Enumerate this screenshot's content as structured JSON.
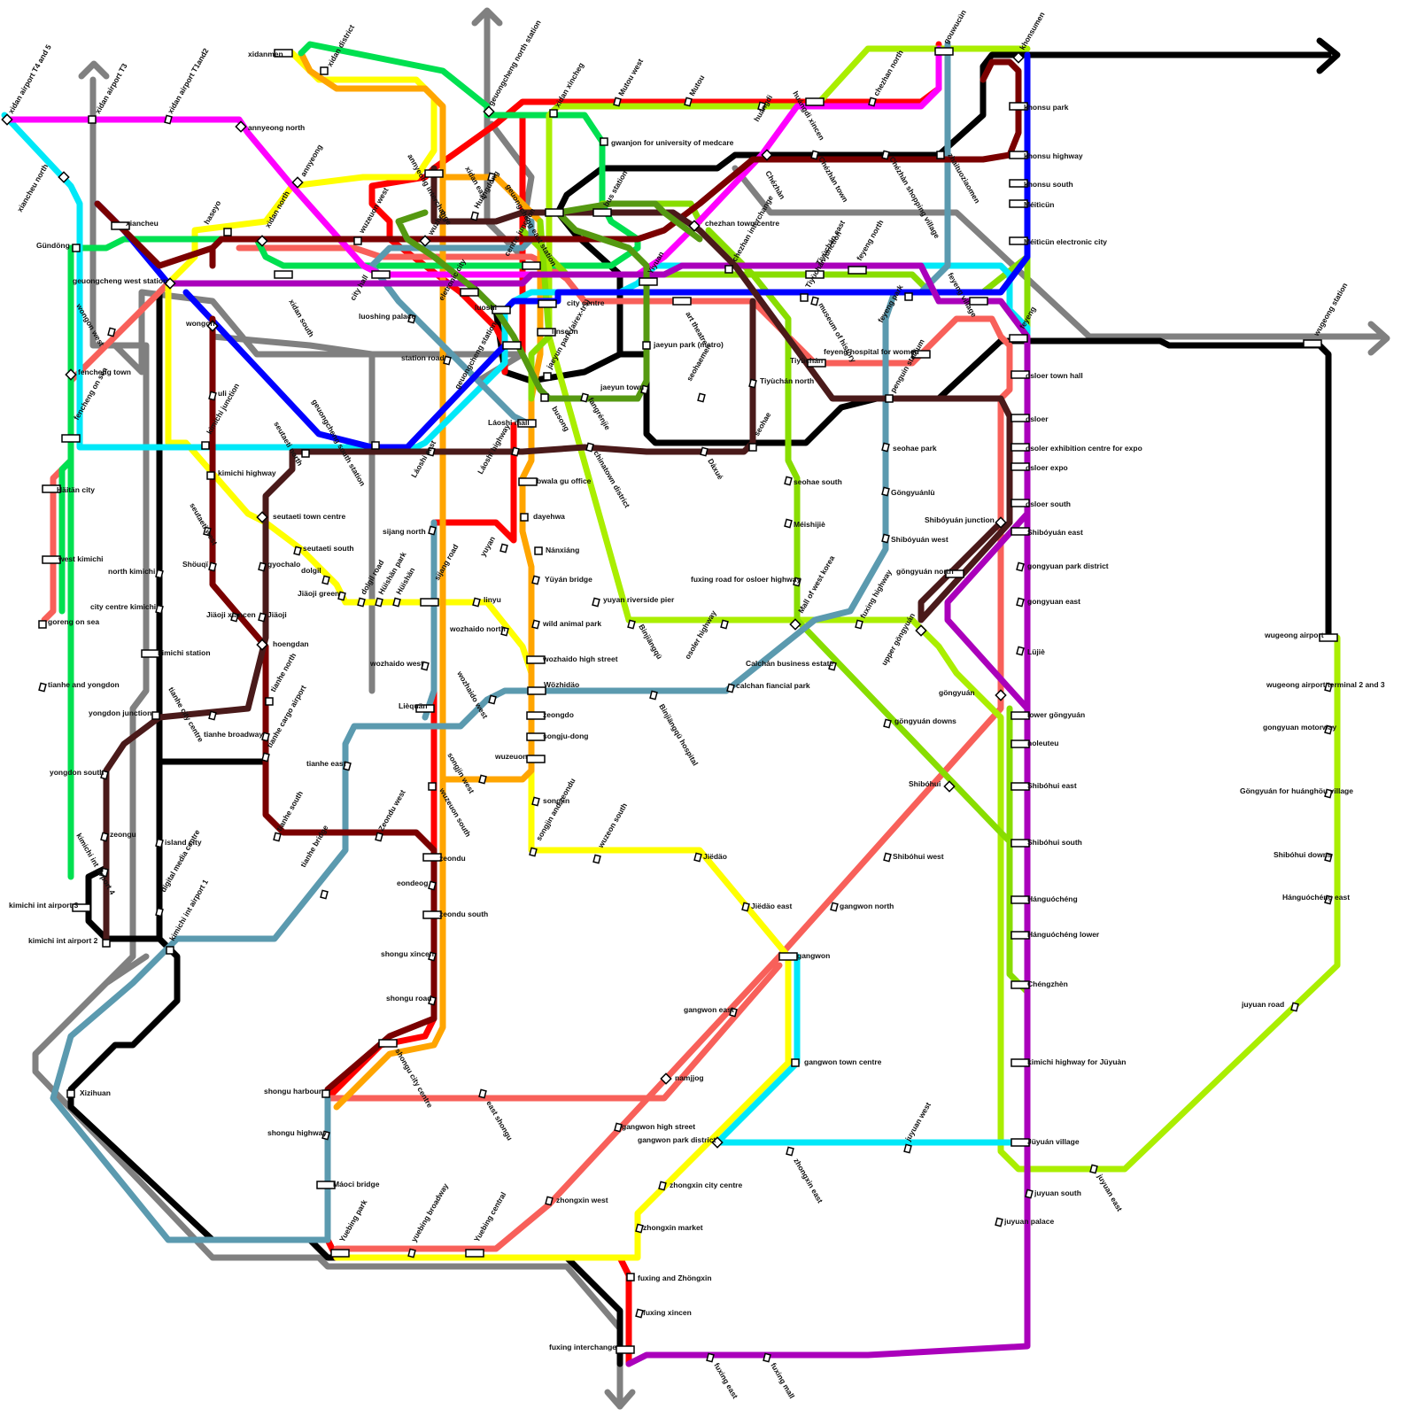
{
  "map": {
    "lines": [
      {
        "id": "grey",
        "color": "#808080"
      },
      {
        "id": "black",
        "color": "#000000"
      },
      {
        "id": "red",
        "color": "#ff0000"
      },
      {
        "id": "salmon",
        "color": "#f8605a"
      },
      {
        "id": "yellow",
        "color": "#ffff00"
      },
      {
        "id": "orange",
        "color": "#ffa500"
      },
      {
        "id": "green",
        "color": "#00e050"
      },
      {
        "id": "lime",
        "color": "#aaee00"
      },
      {
        "id": "limegreen",
        "color": "#88dd00"
      },
      {
        "id": "cyan",
        "color": "#00e8f8"
      },
      {
        "id": "steel",
        "color": "#5b9aaf"
      },
      {
        "id": "blue",
        "color": "#0000ff"
      },
      {
        "id": "magenta",
        "color": "#ff00ff"
      },
      {
        "id": "purple",
        "color": "#aa00bb"
      },
      {
        "id": "darkred",
        "color": "#7a0000"
      },
      {
        "id": "maroon",
        "color": "#4a1a1a"
      },
      {
        "id": "olive",
        "color": "#559911"
      }
    ],
    "stations": [
      "xidanmen",
      "xidan district",
      "xidan airport T4 and 5",
      "xidan airport T3",
      "xidan airport T1and2",
      "annyeong north",
      "annyeong",
      "annyeong interchange",
      "geuongcheng north station",
      "xidan xincheg",
      "Mutou west",
      "Mutou",
      "gwanjon for university of medcare",
      "huángdi",
      "huángdi xincen",
      "chezhan north",
      "gouwucün",
      "khonsumen",
      "khonsu park",
      "khonsu highway",
      "khonsu south",
      "Méitìcün",
      "Méitìcün electronic city",
      "xiancheu north",
      "xiancheu",
      "Gündöng",
      "haseyo",
      "xidan north",
      "wuzeuon west",
      "wuzheu",
      "xidan east",
      "Huángdong",
      "geuongcheng east station",
      "bus station",
      "Chézhàn",
      "Chézhàn town",
      "Chézhàn shopping village",
      "zhaituoziaomen",
      "chezhan town centre",
      "chezhan interchange",
      "Yiyuan",
      "Tiyùchán junction",
      "Tiyùchán east",
      "feyeng north",
      "feyeng village",
      "feyeng",
      "geuongcheng west station",
      "wongon west",
      "wongon",
      "xidan south",
      "city hall",
      "luoshing palace",
      "eletronic city",
      "luoshi",
      "centre junction",
      "city centre",
      "art theatre",
      "museum of history",
      "feyeng park",
      "linseon",
      "jaeyun park (metro)",
      "jaeyun park (airex-trs)",
      "station road",
      "geuongcheng station",
      "Tiyùchán",
      "Tiyùchán north",
      "feyeng hospital for women",
      "penguin stadium",
      "osloer town hall",
      "osloer",
      "osoler exhibition centre for expo",
      "osloer expo",
      "osloer south",
      "wugeong station",
      "fencheng town",
      "fencheng on sea",
      "uli",
      "kimichi junction",
      "seutaeti north",
      "geuongcheng south station",
      "Láoshi east",
      "Láoshi highway",
      "Láoshi mall",
      "busong",
      "fangrénjie",
      "jaeyun town",
      "seohaemen",
      "seohae",
      "Dàxué",
      "seohae south",
      "seohae park",
      "chinatown district",
      "kimichi highway",
      "Häitän city",
      "seutaeti west",
      "seutaeti town centre",
      "seutaeti south",
      "dolgil",
      "dolgil road",
      "Hüishän park",
      "Hüishän",
      "bwala gu office",
      "dayehwa",
      "Nánxiáng",
      "Yüyán bridge",
      "yuyan riverside pier",
      "Binjiängqü",
      "Méishijiè",
      "Göngyuánlù",
      "Shibóyuán west",
      "Shibóyuán junction",
      "Shibóyuán east",
      "gongyuan park district",
      "gongyuan east",
      "Lüjiè",
      "west kimichi",
      "north kimichi",
      "Shöuqï",
      "gyochalo",
      "Jiäoji green",
      "sijang north",
      "sijang road",
      "linyu",
      "yuyan",
      "wild animal park",
      "fuxing road for osloer highway",
      "Mall of west korea",
      "fuxing highway",
      "göngyuán north",
      "upper göngyuán",
      "city centre kimichi",
      "Jiäoji xiancen",
      "Jiäoji",
      "hoengdan",
      "wozhaido north",
      "wozhaido high street",
      "osoler highway",
      "Calchán business estate",
      "calchan fiancial park",
      "wugeong airport",
      "goreng on sea",
      "kimichi station",
      "wozhaido west",
      "wozhaido west",
      "Wözhidäo",
      "Binjiängqü hospital",
      "göngyuán",
      "lower göngyuán",
      "noleuteu",
      "göngyuán downs",
      "tianhe and yongdon",
      "tianhe city centre",
      "tianhe north",
      "Lièquän",
      "yongdon junction",
      "tianhe broadway",
      "tianhe cargo airport",
      "zeongdo",
      "songju-dong",
      "wugeong airport terminal 2 and 3",
      "gongyuan motorway",
      "tianhe east",
      "songjin west",
      "wuzeuon",
      "Shibóhui",
      "Shibóhui east",
      "yongdon south",
      "wuzeuon south",
      "songjin",
      "songjin and zeondu",
      "Göngyuán for huánghöu village",
      "Shibóhui south",
      "kimichi int airport 4",
      "zeongu",
      "tianhe south",
      "Zeondu west",
      "island city",
      "zeondu",
      "wuzeon south",
      "Jiëdäo",
      "Shibóhui west",
      "Shibóhui downs",
      "eondeog",
      "digital media centre",
      "tianhe bridge",
      "Hánguóchéng",
      "kimichi int airport 3",
      "zeondu south",
      "Jiëdäo east",
      "gangwon north",
      "Hánguóchéng east",
      "kimichi int airport 1",
      "kimichi int airport 2",
      "Hánguóchéng lower",
      "shongu xincen",
      "gangwon",
      "Chéngzhèn",
      "shongu road",
      "gangwon east",
      "juyuan road",
      "shongu city centre",
      "gangwon town centre",
      "kimichi highway for Jüyuàn",
      "Xizihuan",
      "shongu harbour",
      "east shongu",
      "namjjog",
      "shongu highway",
      "gangwon high street",
      "gangwon park district",
      "Jüyuán village",
      "zhongxin east",
      "juyuan west",
      "Máoci bridge",
      "zhongxin city centre",
      "juyuan south",
      "juyuan east",
      "zhongxin west",
      "juyuan palace",
      "Yuebing park",
      "yuebing broadway",
      "Yuebing central",
      "zhongxin market",
      "fuxing and Zhöngxin",
      "fuxing xincen",
      "fuxing interchange",
      "fuxing east",
      "fuxing mall"
    ]
  }
}
